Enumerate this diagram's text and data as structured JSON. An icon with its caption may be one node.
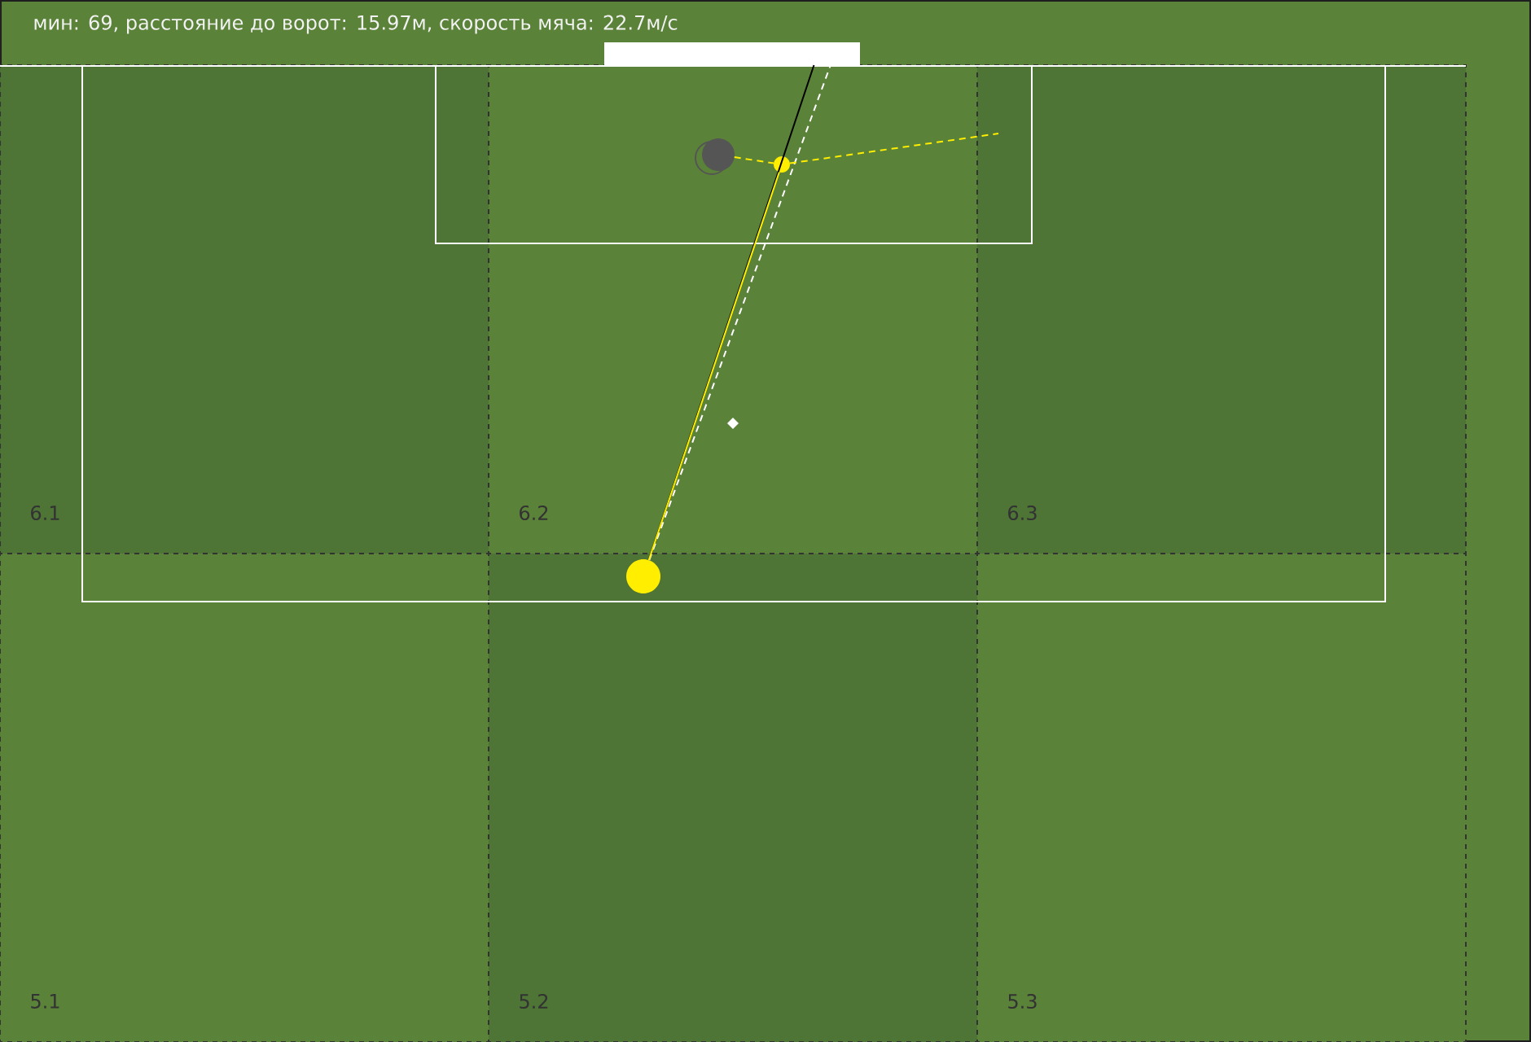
{
  "diagram": {
    "title": "мин: 69, расстояние до ворот: 15.97м, скорость мяча: 22.7м/с",
    "nodes": [
      {
        "text": [
          "6.1"
        ]
      },
      {
        "text": [
          "6.2"
        ]
      },
      {
        "text": [
          "6.3"
        ]
      },
      {
        "text": [
          "5.1"
        ]
      },
      {
        "text": [
          "5.2"
        ]
      },
      {
        "text": [
          "5.3"
        ]
      },
      {
        "text": [],
        "shape": "box"
      },
      {
        "text": [],
        "shape": "circle",
        "in": 4
      },
      {
        "text": [],
        "shape": "circle",
        "in": 1
      },
      {
        "text": [],
        "shape": "circle",
        "in": 1
      }
    ],
    "edges": [
      {
        "from": 7,
        "to": 6,
        "arrow": "none",
        "color": "#000000"
      },
      {
        "from": 7,
        "to": 6,
        "arrow": "none",
        "style": "dashed",
        "color": "#ffffff"
      },
      {
        "from": 7,
        "to": 9,
        "arrow": "none"
      },
      {
        "from": 8,
        "to": 9,
        "arrow": "none",
        "style": "dashed"
      },
      {
        "from": 9,
        "to": 2,
        "arrow": "none",
        "style": "dashed"
      }
    ]
  }
}
